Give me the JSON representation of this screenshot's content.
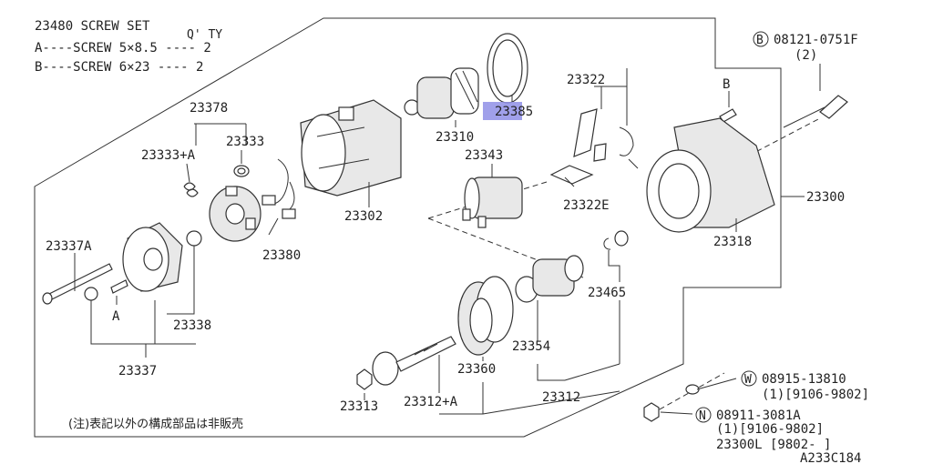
{
  "screw_set": {
    "title": "23480 SCREW SET",
    "qty_header": "Q' TY",
    "lines": [
      "A----SCREW 5×8.5 ---- 2",
      "B----SCREW 6×23  ---- 2"
    ]
  },
  "labels": {
    "p23378": "23378",
    "p23333": "23333",
    "p23333a": "23333+A",
    "p23380": "23380",
    "p23302": "23302",
    "p23310": "23310",
    "p23385": "23385",
    "p23343": "23343",
    "p23322": "23322",
    "p23322e": "23322E",
    "p23300": "23300",
    "p23318": "23318",
    "p23337a": "23337A",
    "p23338": "23338",
    "p23337": "23337",
    "p23465": "23465",
    "p23354": "23354",
    "p23360": "23360",
    "p23312": "23312",
    "p23312a": "23312+A",
    "p23313": "23313",
    "a": "A",
    "b": "B"
  },
  "bolt_b": {
    "circle": "B",
    "part": "08121-0751F",
    "qty": "(2)"
  },
  "washer_w": {
    "circle": "W",
    "part": "08915-13810",
    "detail": "(1)[9106-9802]"
  },
  "nut_n": {
    "circle": "N",
    "part": "08911-3081A",
    "detail": "(1)[9106-9802]"
  },
  "assembly_note": "23300L [9802-     ]",
  "footnote": "(注)表記以外の構成部品は非販売",
  "diagram_id": "A233C184",
  "highlight_color": "#8f8fe6"
}
